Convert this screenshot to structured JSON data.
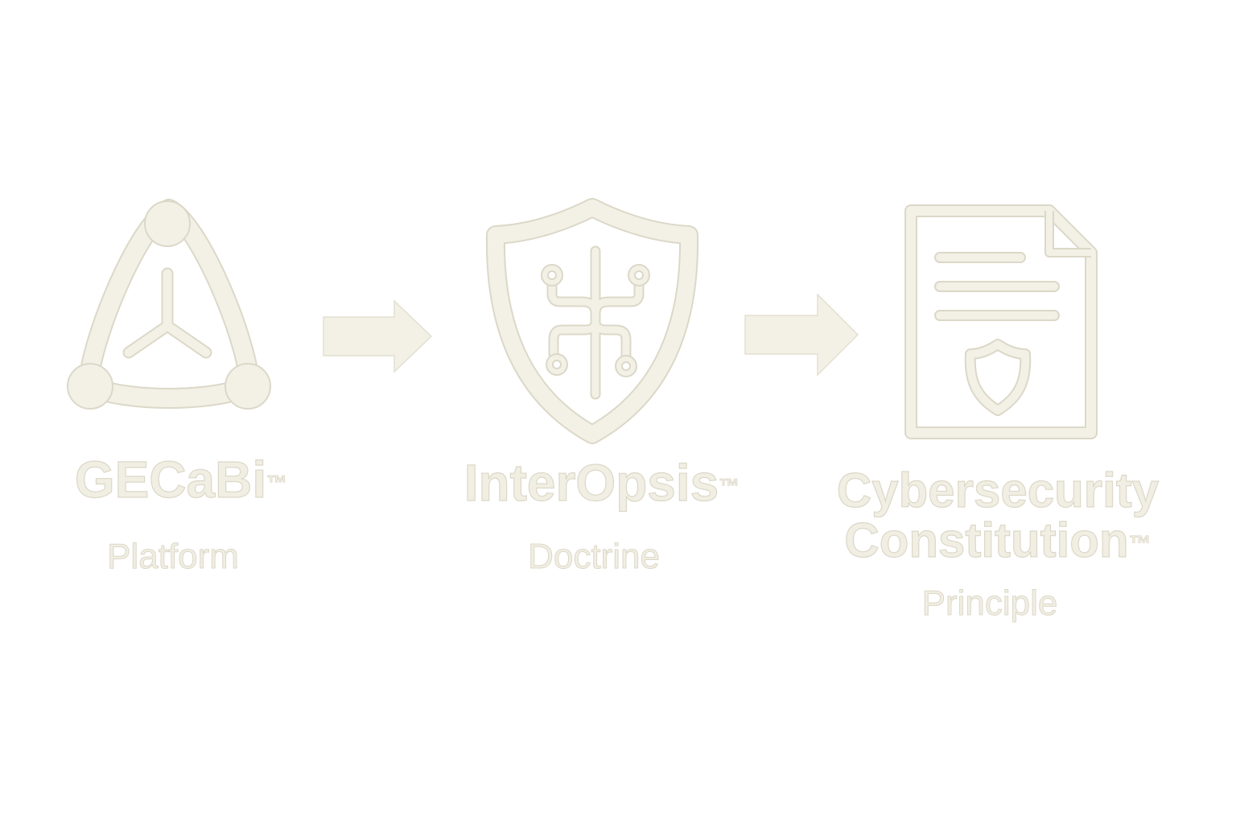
{
  "colors": {
    "fill": "#f3f0e6",
    "stroke": "#dcd8c8",
    "background": "#ffffff"
  },
  "steps": [
    {
      "icon": "triangle-network-icon",
      "title": "GECaBi",
      "tm": "™",
      "subtitle": "Platform"
    },
    {
      "icon": "shield-circuit-icon",
      "title": "InterOpsis",
      "tm": "™",
      "subtitle": "Doctrine"
    },
    {
      "icon": "document-shield-icon",
      "title_line1": "Cybersecurity",
      "title_line2": "Constitution",
      "tm": "™",
      "subtitle": "Principle"
    }
  ],
  "arrows": [
    {
      "icon": "arrow-right-icon"
    },
    {
      "icon": "arrow-right-icon"
    }
  ]
}
